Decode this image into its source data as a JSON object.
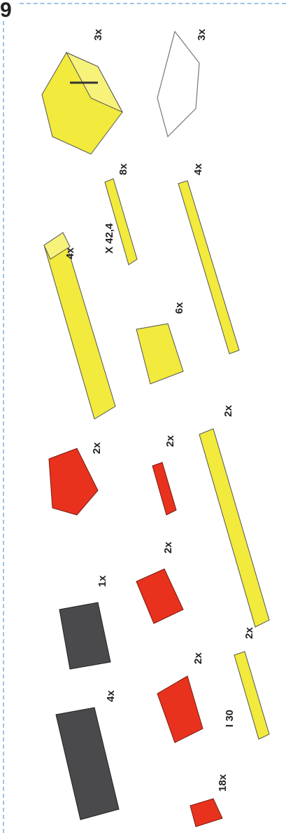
{
  "page": {
    "corner_mark": "9"
  },
  "parts": [
    {
      "id": "yellow-box",
      "qty": "3x"
    },
    {
      "id": "white-plate",
      "qty": "3x"
    },
    {
      "id": "short-strut-42",
      "qty": "8x",
      "dimension": "X 42,4"
    },
    {
      "id": "long-strut",
      "qty": "4x"
    },
    {
      "id": "long-beam",
      "qty": "4x"
    },
    {
      "id": "building-block",
      "qty": "6x"
    },
    {
      "id": "red-cross-block",
      "qty": "2x"
    },
    {
      "id": "red-small-block",
      "qty": "2x"
    },
    {
      "id": "l-beam",
      "qty": "2x"
    },
    {
      "id": "black-block",
      "qty": "1x"
    },
    {
      "id": "red-wedge-block",
      "qty": "2x"
    },
    {
      "id": "black-large-block",
      "qty": "4x"
    },
    {
      "id": "red-angle-block",
      "qty": "2x"
    },
    {
      "id": "strut-30",
      "qty": "2x",
      "dimension": "I 30"
    },
    {
      "id": "red-peg",
      "qty": "18x"
    }
  ],
  "colors": {
    "yellow": "#f2ea3c",
    "yellow_dark": "#c9c12a",
    "red": "#e8321e",
    "red_dark": "#b02212",
    "black": "#4a4a4c",
    "border": "#9ec4e8"
  }
}
